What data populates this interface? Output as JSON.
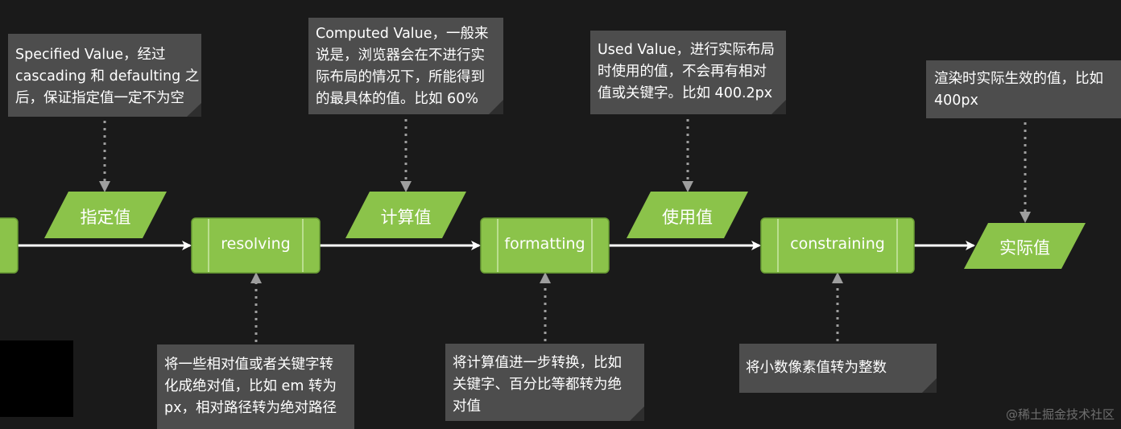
{
  "colors": {
    "background": "#1a1a1a",
    "shape_fill": "#8bc34a",
    "shape_stroke": "#6a9e34",
    "note_fill": "#4d4d4d",
    "connector": "#ffffff",
    "dotted": "#9e9e9e"
  },
  "data_shapes": {
    "specified": "指定值",
    "computed": "计算值",
    "used": "使用值",
    "actual": "实际值"
  },
  "processes": {
    "resolving": "resolving",
    "formatting": "formatting",
    "constraining": "constraining"
  },
  "notes": {
    "specified": [
      "Specified Value，经过",
      "cascading 和 defaulting 之",
      "后，保证指定值一定不为空"
    ],
    "computed": [
      "Computed Value，一般来",
      "说是，浏览器会在不进行实",
      "际布局的情况下，所能得到",
      "的最具体的值。比如 60%"
    ],
    "used": [
      "Used Value，进行实际布局",
      "时使用的值，不会再有相对",
      "值或关键字。比如 400.2px"
    ],
    "actual": [
      "渲染时实际生效的值，比如",
      "400px"
    ],
    "resolving": [
      "将一些相对值或者关键字转",
      "化成绝对值，比如 em 转为",
      "px，相对路径转为绝对路径"
    ],
    "formatting": [
      "将计算值进一步转换，比如",
      "关键字、百分比等都转为绝",
      "对值"
    ],
    "constraining": [
      "将小数像素值转为整数"
    ]
  },
  "watermark": "@稀土掘金技术社区"
}
